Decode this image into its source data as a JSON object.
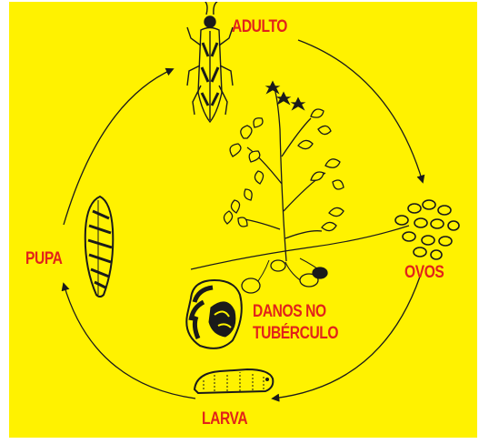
{
  "colors": {
    "background": "#fff200",
    "label": "#e2231a",
    "ink": "#1a1a1a"
  },
  "stages": {
    "adulto": "ADULTO",
    "ovos": "OVOS",
    "larva": "LARVA",
    "pupa": "PUPA",
    "damage_line1": "DANOS NO",
    "damage_line2": "TUBÉRCULO"
  },
  "icons": [
    "adult-insect-icon",
    "eggs-icon",
    "larva-icon",
    "pupa-icon",
    "potato-plant-icon",
    "damaged-tuber-icon"
  ]
}
